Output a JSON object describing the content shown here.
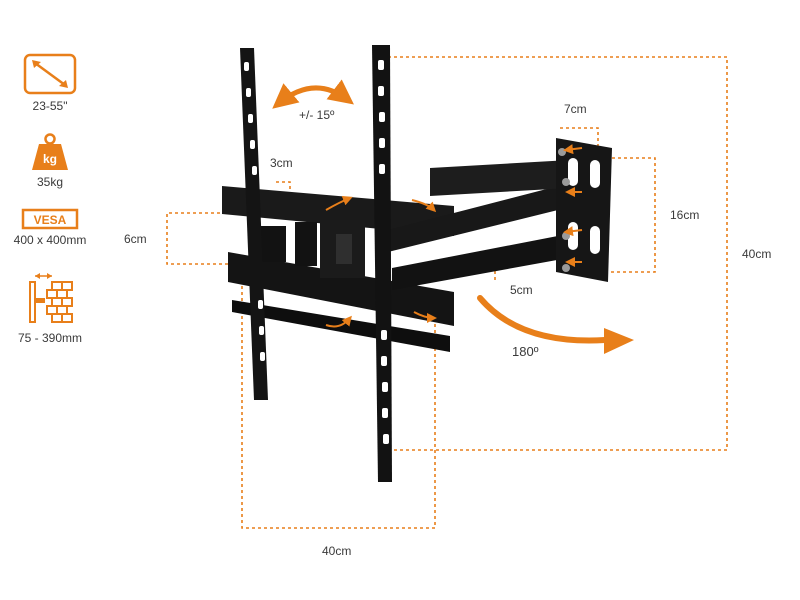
{
  "specs": [
    {
      "icon": "screen-diagonal-icon",
      "label": "23-55\""
    },
    {
      "icon": "weight-icon",
      "icon_text": "kg",
      "label": "35kg"
    },
    {
      "icon": "vesa-icon",
      "icon_text": "VESA",
      "label": "400 x 400mm"
    },
    {
      "icon": "wall-distance-icon",
      "label": "75 - 390mm"
    }
  ],
  "dimensions": {
    "tilt": "+/- 15º",
    "bracket_gap": "3cm",
    "bracket_height": "6cm",
    "plate_width": "7cm",
    "plate_height": "16cm",
    "total_height": "40cm",
    "arm_gap": "5cm",
    "rotation": "180º",
    "total_width": "40cm"
  },
  "colors": {
    "accent": "#E87F1A",
    "metal": "#141414",
    "text": "#3a3a3a"
  }
}
